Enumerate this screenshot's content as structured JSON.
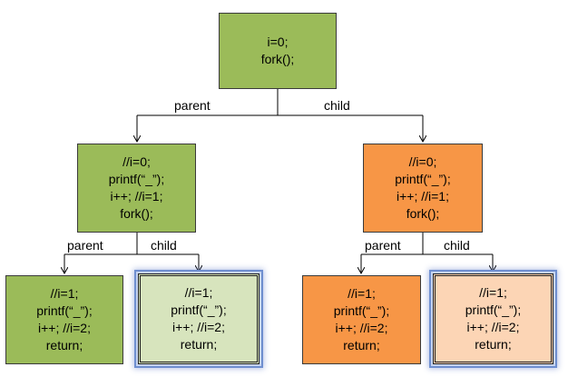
{
  "root": {
    "lines": [
      "i=0;",
      "fork();"
    ],
    "color": "#9bbb59"
  },
  "edges": {
    "parent": "parent",
    "child": "child"
  },
  "level1": {
    "parent": {
      "lines": [
        "//i=0;",
        "printf(“_”);",
        "i++; //i=1;",
        "fork();"
      ],
      "color": "#9bbb59"
    },
    "child": {
      "lines": [
        "//i=0;",
        "printf(“_”);",
        "i++; //i=1;",
        "fork();"
      ],
      "color": "#f79646"
    }
  },
  "level2": {
    "pp": {
      "lines": [
        "//i=1;",
        "printf(“_”);",
        "i++; //i=2;",
        "return;"
      ],
      "color": "#9bbb59"
    },
    "pc": {
      "lines": [
        "//i=1;",
        "printf(“_”);",
        "i++; //i=2;",
        "return;"
      ],
      "color": "#d7e4bd"
    },
    "cp": {
      "lines": [
        "//i=1;",
        "printf(“_”);",
        "i++; //i=2;",
        "return;"
      ],
      "color": "#f79646"
    },
    "cc": {
      "lines": [
        "//i=1;",
        "printf(“_”);",
        "i++; //i=2;",
        "return;"
      ],
      "color": "#fcd5b5"
    }
  }
}
